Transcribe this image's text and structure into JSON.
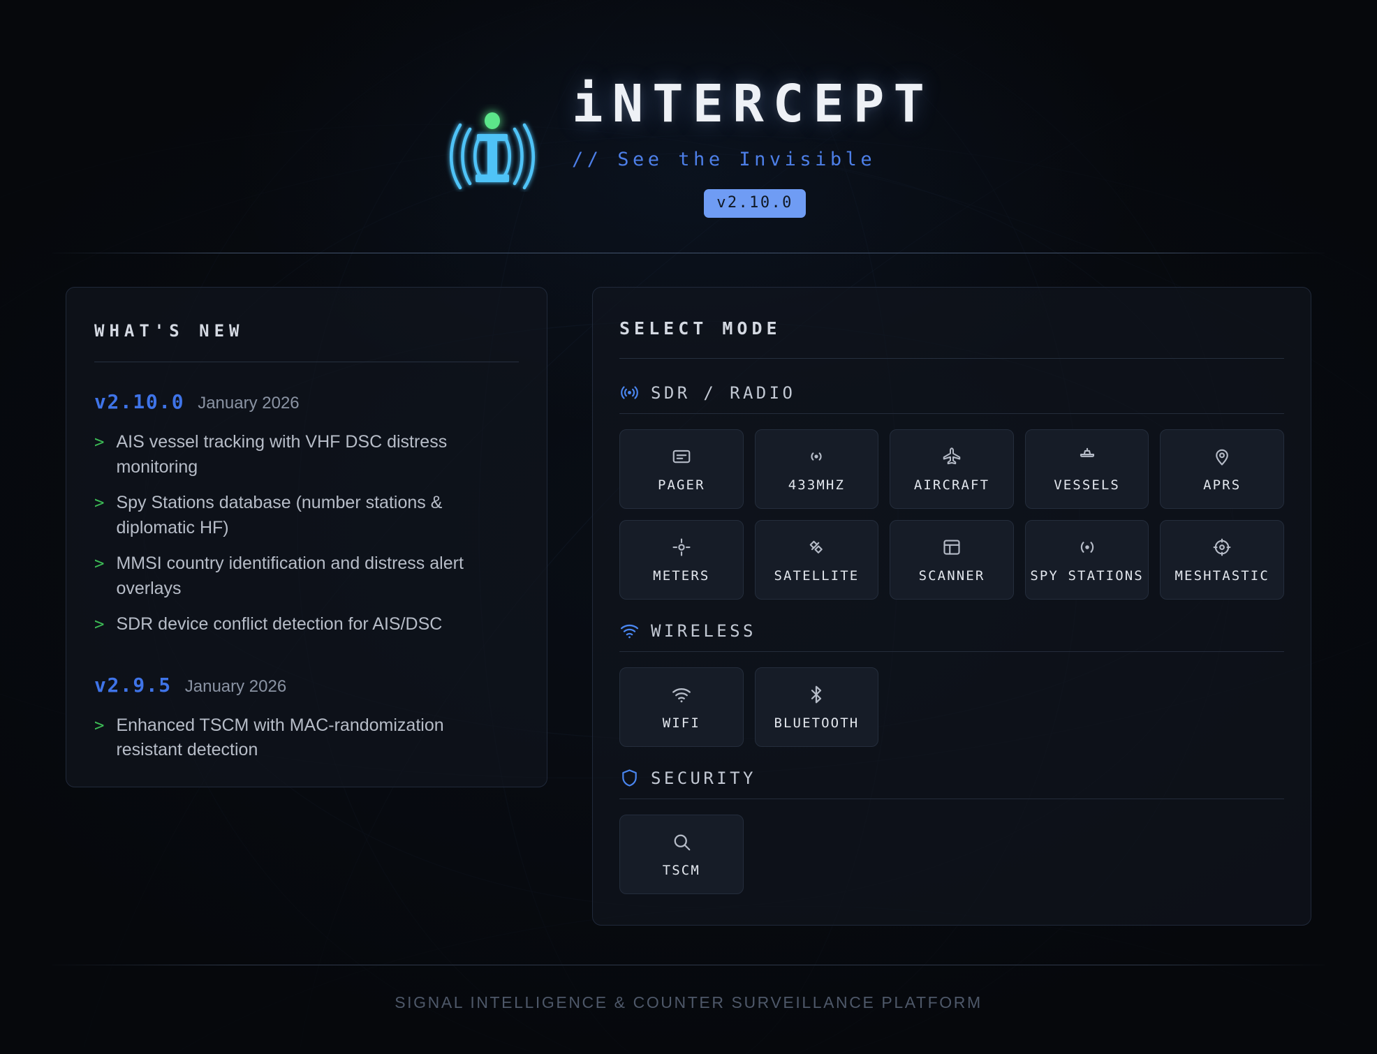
{
  "app": {
    "title": "iNTERCEPT",
    "tagline": "// See the Invisible",
    "version_badge": "v2.10.0",
    "logo_icon": "broadcast-i-icon"
  },
  "colors": {
    "page_bg": "#080b10",
    "accent_blue": "#4a86f0",
    "badge_bg": "#6f9cf4",
    "logo_cyan": "#4fc3f7",
    "logo_dot_green": "#5ce68a",
    "bullet_green": "#3cbb55",
    "panel_bg": "#11161f",
    "panel_border": "#20293a",
    "tile_bg": "#161c27",
    "tile_border": "#242d3c"
  },
  "whats_new": {
    "title": "WHAT'S NEW",
    "releases": [
      {
        "version": "v2.10.0",
        "date": "January 2026",
        "items": [
          "AIS vessel tracking with VHF DSC distress monitoring",
          "Spy Stations database (number stations & diplomatic HF)",
          "MMSI country identification and distress alert overlays",
          "SDR device conflict detection for AIS/DSC"
        ]
      },
      {
        "version": "v2.9.5",
        "date": "January 2026",
        "items": [
          "Enhanced TSCM with MAC-randomization resistant detection"
        ]
      }
    ]
  },
  "select_mode": {
    "title": "SELECT MODE",
    "groups": [
      {
        "label": "SDR / RADIO",
        "icon": "radio-signal-icon",
        "tiles": [
          {
            "label": "PAGER",
            "icon": "message-card-icon"
          },
          {
            "label": "433MHZ",
            "icon": "radio-signal-small-icon"
          },
          {
            "label": "AIRCRAFT",
            "icon": "airplane-icon"
          },
          {
            "label": "VESSELS",
            "icon": "ship-icon"
          },
          {
            "label": "APRS",
            "icon": "map-pin-icon"
          },
          {
            "label": "METERS",
            "icon": "crosshair-icon"
          },
          {
            "label": "SATELLITE",
            "icon": "satellite-icon"
          },
          {
            "label": "SCANNER",
            "icon": "panel-layout-icon"
          },
          {
            "label": "SPY STATIONS",
            "icon": "radio-dot-icon"
          },
          {
            "label": "MESHTASTIC",
            "icon": "target-circle-icon"
          }
        ]
      },
      {
        "label": "WIRELESS",
        "icon": "wifi-icon",
        "tiles": [
          {
            "label": "WIFI",
            "icon": "wifi-icon"
          },
          {
            "label": "BLUETOOTH",
            "icon": "bluetooth-icon"
          }
        ]
      },
      {
        "label": "SECURITY",
        "icon": "shield-icon",
        "tiles": [
          {
            "label": "TSCM",
            "icon": "magnifier-icon"
          }
        ]
      }
    ]
  },
  "footer": {
    "text": "SIGNAL INTELLIGENCE & COUNTER SURVEILLANCE PLATFORM"
  }
}
